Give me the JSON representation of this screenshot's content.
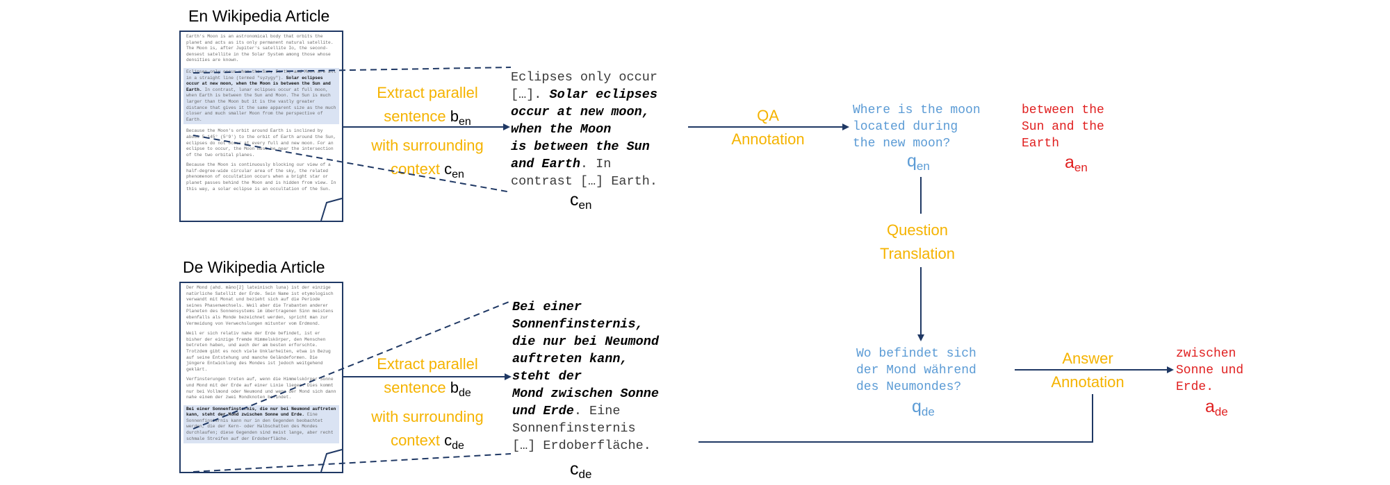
{
  "en": {
    "title": "En Wikipedia Article",
    "doc_p1": "Earth's Moon is an astronomical body that orbits the planet and acts as its only permanent natural satellite. The Moon is, after Jupiter's satellite Io, the second-densest satellite in the Solar System among those whose densities are known.",
    "doc_hl_a": "Eclipses only occur when the Sun, Earth, and Moon are all in a straight line (termed \"syzygy\").",
    "doc_hl_bold": "Solar eclipses occur at new moon, when the Moon is between the Sun and Earth.",
    "doc_hl_b": "In contrast, lunar eclipses occur at full moon, when Earth is between the Sun and Moon. The Sun is much larger than the Moon but it is the vastly greater distance that gives it the same apparent size as the much closer and much smaller Moon from the perspective of Earth.",
    "doc_p2": "Because the Moon's orbit around Earth is inclined by about 5.145° (5°9') to the orbit of Earth around the Sun, eclipses do not occur at every full and new moon. For an eclipse to occur, the Moon must be near the intersection of the two orbital planes.",
    "doc_p3": "Because the Moon is continuously blocking our view of a half-degree-wide circular area of the sky, the related phenomenon of occultation occurs when a bright star or planet passes behind the Moon and is hidden from view. In this way, a solar eclipse is an occultation of the Sun.",
    "extract_l1": "Extract parallel",
    "extract_l2": "sentence",
    "b_sym": "b",
    "b_sub": "en",
    "extract_l3": "with surrounding",
    "extract_l4": "context",
    "c_sym": "c",
    "c_sub": "en",
    "ctx_l1": "Eclipses only occur",
    "ctx_l2a": "[…]. ",
    "ctx_l2b": "Solar eclipses",
    "ctx_l3": "occur at new moon,",
    "ctx_l4": "when the Moon",
    "ctx_l5": "is between the Sun",
    "ctx_l6a": "and Earth",
    "ctx_l6b": ". In",
    "ctx_l7": "contrast […] Earth.",
    "question": [
      "Where is the moon",
      "located during",
      "the new moon?"
    ],
    "q_sym": "q",
    "q_sub": "en",
    "answer": [
      "between the",
      "Sun and the",
      "Earth"
    ],
    "a_sym": "a",
    "a_sub": "en"
  },
  "de": {
    "title": "De Wikipedia Article",
    "doc_p1": "Der Mond (ahd. māno[2] lateinisch luna) ist der einzige natürliche Satellit der Erde. Sein Name ist etymologisch verwandt mit Monat und bezieht sich auf die Periode seines Phasenwechsels. Weil aber die Trabanten anderer Planeten des Sonnensystems im übertragenen Sinn meistens ebenfalls als Monde bezeichnet werden, spricht man zur Vermeidung von Verwechslungen mitunter vom Erdmond.",
    "doc_p2": "Weil er sich relativ nahe der Erde befindet, ist er bisher der einzige fremde Himmelskörper, den Menschen betreten haben, und auch der am besten erforschte. Trotzdem gibt es noch viele Unklarheiten, etwa in Bezug auf seine Entstehung und manche Geländeformen. Die jüngere Entwicklung des Mondes ist jedoch weitgehend geklärt.",
    "doc_p3": "Verfinsterungen treten auf, wenn die Himmelskörper Sonne und Mond mit der Erde auf einer Linie liegen. Dies kommt nur bei Vollmond oder Neumond und wenn der Mond sich dann nahe einem der zwei Mondknoten befindet.",
    "doc_hl_bold": "Bei einer Sonnenfinsternis, die nur bei Neumond auftreten kann, steht der Mond zwischen Sonne und Erde.",
    "doc_hl_b": "Eine Sonnenfinsternis kann nur in den Gegenden beobachtet werden, die der Kern- oder Halbschatten des Mondes durchlaufen; diese Gegenden sind meist lange, aber recht schmale Streifen auf der Erdoberfläche.",
    "extract_l1": "Extract parallel",
    "extract_l2": "sentence",
    "b_sym": "b",
    "b_sub": "de",
    "extract_l3": "with surrounding",
    "extract_l4": "context",
    "c_sym": "c",
    "c_sub": "de",
    "ctx_l1": "Bei einer",
    "ctx_l2": "Sonnenfinsternis,",
    "ctx_l3": "die nur bei Neumond",
    "ctx_l4": "auftreten kann,",
    "ctx_l5": "steht der",
    "ctx_l6": "Mond zwischen Sonne",
    "ctx_l7a": "und Erde",
    "ctx_l7b": ". Eine",
    "ctx_l8": "Sonnenfinsternis",
    "ctx_l9": "[…] Erdoberfläche.",
    "question": [
      "Wo befindet sich",
      "der Mond während",
      "des Neumondes?"
    ],
    "q_sym": "q",
    "q_sub": "de",
    "answer": [
      "zwischen",
      "Sonne und",
      "Erde."
    ],
    "a_sym": "a",
    "a_sub": "de"
  },
  "steps": {
    "qa_l1": "QA",
    "qa_l2": "Annotation",
    "qt_l1": "Question",
    "qt_l2": "Translation",
    "ans_l1": "Answer",
    "ans_l2": "Annotation"
  },
  "colors": {
    "orange": "#f5b300",
    "question_blue": "#5b9bd5",
    "answer_red": "#e02020",
    "arrow_navy": "#1f3864",
    "highlight": "#dae3f3"
  }
}
